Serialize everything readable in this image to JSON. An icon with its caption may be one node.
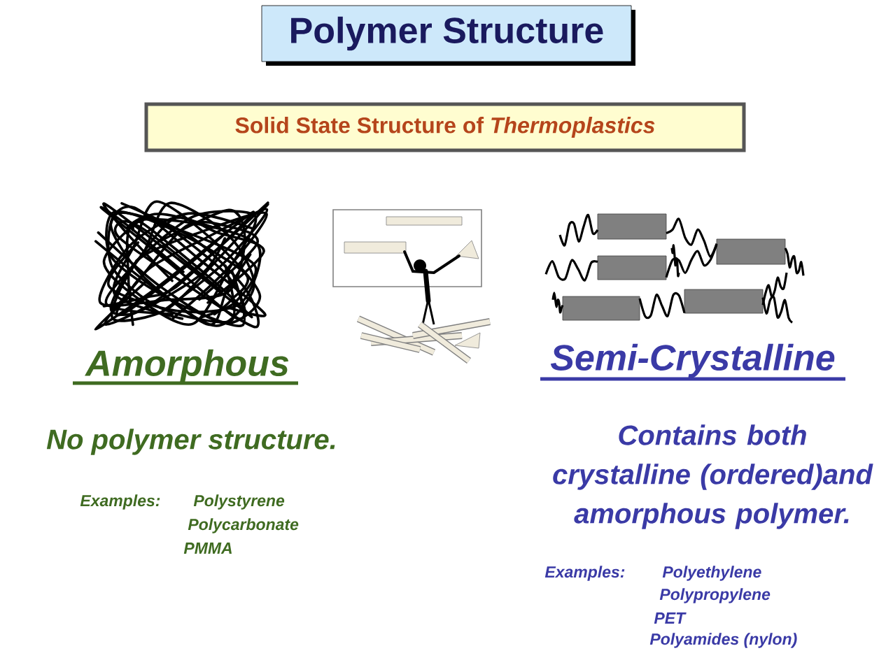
{
  "diagram": {
    "title": "Polymer Structure",
    "nodes": [
      {
        "text": [
          "Solid State Structure of *Thermoplastics*"
        ]
      }
    ],
    "labels": [
      "Amorphous",
      "Semi-Crystalline",
      "No polymer structure.",
      "Contains both crystalline (ordered)and amorphous polymer.",
      "Examples:",
      "Polystyrene",
      "Polycarbonate",
      "PMMA",
      "Examples:",
      "Polyethylene",
      "Polypropylene",
      "PET",
      "Polyamides (nylon)"
    ]
  }
}
